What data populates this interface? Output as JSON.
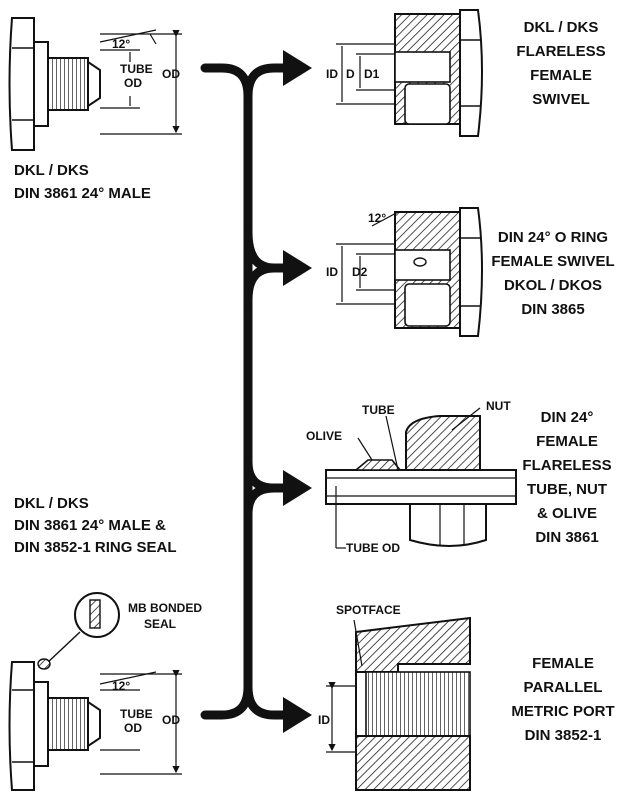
{
  "left_top": {
    "angle": "12°",
    "tube_od_1": "TUBE",
    "tube_od_2": "OD",
    "od": "OD",
    "title_1": "DKL / DKS",
    "title_2": "DIN 3861  24°  MALE"
  },
  "left_bottom": {
    "title_1": "DKL / DKS",
    "title_2": "DIN 3861  24°  MALE &",
    "title_3": "DIN 3852-1 RING SEAL",
    "seal_1": "MB BONDED",
    "seal_2": "SEAL",
    "angle": "12°",
    "tube_od_1": "TUBE",
    "tube_od_2": "OD",
    "od": "OD"
  },
  "right_1": {
    "dim_id": "ID",
    "dim_d": "D",
    "dim_d1": "D1",
    "title": [
      "DKL / DKS",
      "FLARELESS",
      "FEMALE",
      "SWIVEL"
    ]
  },
  "right_2": {
    "angle": "12°",
    "dim_id": "ID",
    "dim_d2": "D2",
    "title": [
      "DIN 24° O RING",
      "FEMALE SWIVEL",
      "DKOL / DKOS",
      "DIN 3865"
    ]
  },
  "right_3": {
    "tube": "TUBE",
    "nut": "NUT",
    "olive": "OLIVE",
    "tube_od": "TUBE OD",
    "title": [
      "DIN 24°",
      "FEMALE",
      "FLARELESS",
      "TUBE, NUT",
      "& OLIVE",
      "DIN 3861"
    ]
  },
  "right_4": {
    "spotface": "SPOTFACE",
    "dim_id": "ID",
    "title": [
      "FEMALE",
      "PARALLEL",
      "METRIC PORT",
      "DIN 3852-1"
    ]
  }
}
